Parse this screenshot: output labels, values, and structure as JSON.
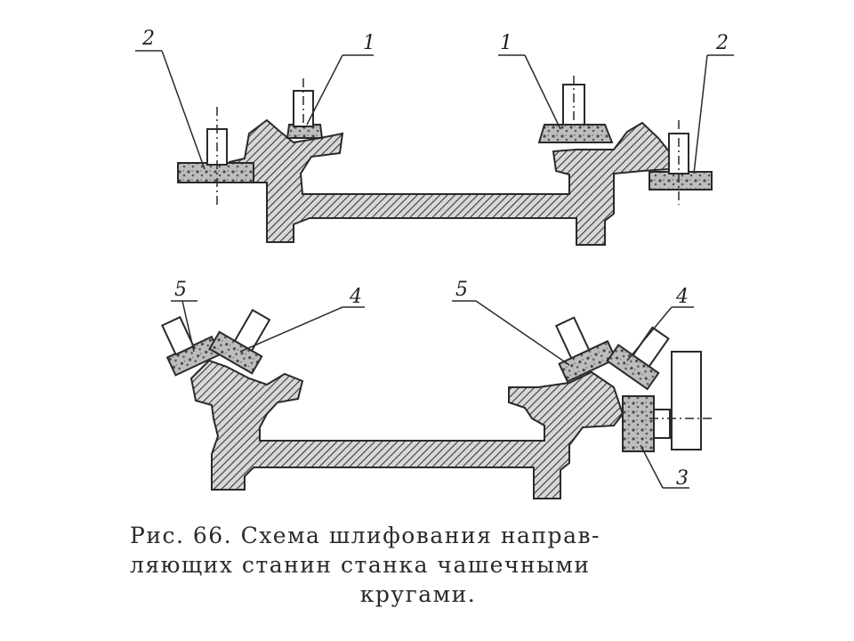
{
  "figure": {
    "labels": {
      "top_left_2": "2",
      "top_left_1": "1",
      "top_right_1": "1",
      "top_right_2": "2",
      "bottom_left_5": "5",
      "bottom_left_4": "4",
      "bottom_right_5": "5",
      "bottom_right_4": "4",
      "bottom_right_3": "3"
    },
    "caption": {
      "line1": "Рис. 66. Схема шлифования направ-",
      "line2": "ляющих станин станка чашечными",
      "line3": "кругами."
    }
  },
  "colors": {
    "ink": "#2a2a2a",
    "background": "#ffffff"
  }
}
